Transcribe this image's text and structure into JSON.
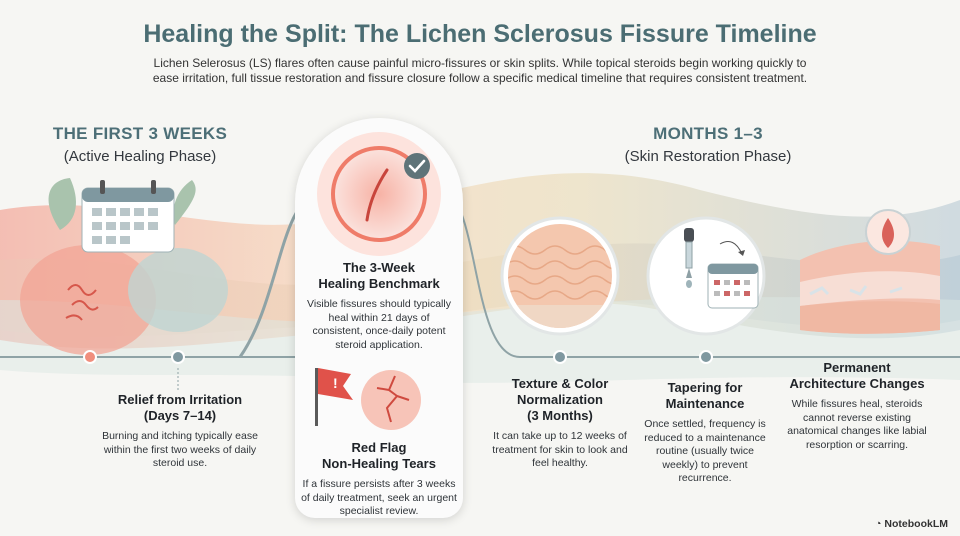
{
  "title": "Healing the Split: The Lichen Sclerosus Fissure Timeline",
  "subtitle": "Lichen Selerosus (LS) flares often cause painful micro-fissures or skin splits. While topical steroids begin working quickly to ease irritation, full tissue restoration and fissure closure follow a specific medical timeline that requires consistent treatment.",
  "phases": {
    "first": {
      "title": "THE FIRST 3 WEEKS",
      "subtitle": "(Active Healing Phase)"
    },
    "months": {
      "title": "MONTHS 1–3",
      "subtitle": "(Skin Restoration Phase)"
    }
  },
  "milestones": {
    "relief": {
      "title": "Relief from Irritation\n(Days 7–14)",
      "body": "Burning and itching typically ease within the first two weeks of daily steroid use."
    },
    "benchmark": {
      "title": "The 3-Week\nHealing Benchmark",
      "body": "Visible fissures should typically heal within 21 days of consistent, once-daily potent steroid application."
    },
    "redflag": {
      "title": "Red Flag\nNon-Healing Tears",
      "body": "If a fissure persists after 3 weeks of daily treatment, seek an urgent specialist review."
    },
    "texture": {
      "title": "Texture & Color\nNormalization\n(3 Months)",
      "body": "It can take up to 12 weeks of treatment for skin to look and feel healthy."
    },
    "tapering": {
      "title": "Tapering for\nMaintenance",
      "body": "Once settled, frequency is reduced to a maintenance routine (usually twice weekly) to prevent recurrence."
    },
    "permanent": {
      "title": "Permanent\nArchitecture Changes",
      "body": "While fissures heal, steroids cannot reverse existing anatomical changes like labial resorption or scarring."
    }
  },
  "brand": "NotebookLM",
  "colors": {
    "accent": "#4b6d73",
    "alert": "#e0524a",
    "timeline": "#8fa3a6"
  }
}
